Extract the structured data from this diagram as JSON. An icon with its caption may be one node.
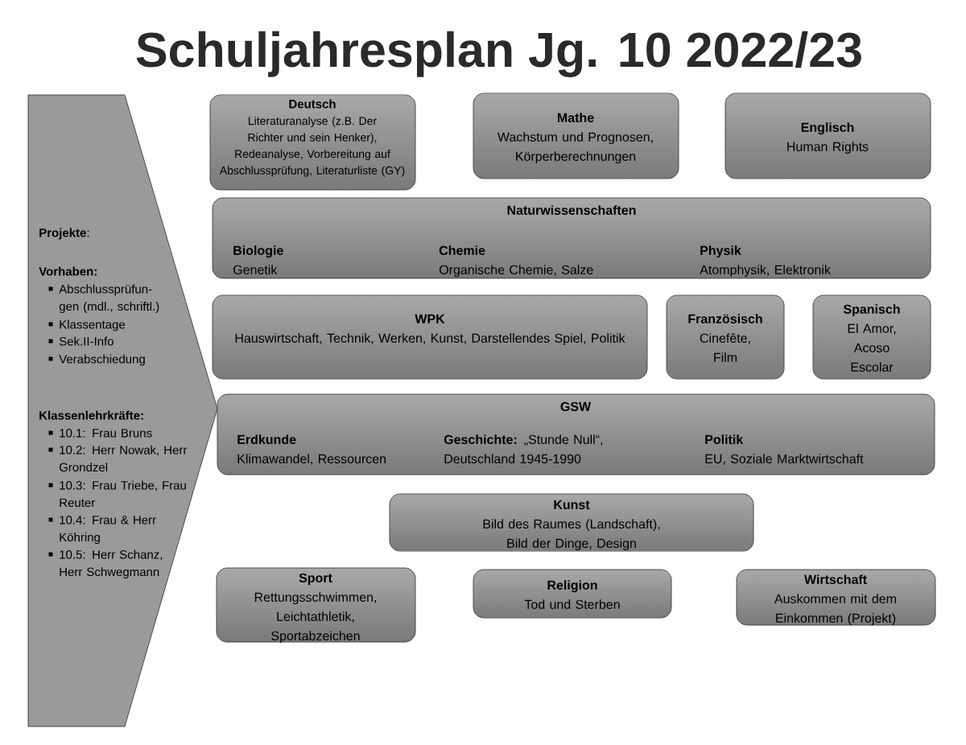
{
  "diagram": {
    "title": "Schuljahresplan Jg. 10 2022/23",
    "nodes": [
      {
        "text": [
          "**Projekte**:",
          "Vorhaben:",
          "Abschlussprüfun-gen (mdl., schriftl.)",
          "Klassentage",
          "Sek.II-Info",
          "Verabschiedung",
          "Klassenlehrkräfte:",
          "10.1: Frau Bruns",
          "10.2: Herr Nowak, Herr Grondzel",
          "10.3: Frau Triebe, Frau Reuter",
          "10.4: Frau & Herr Köhring",
          "10.5: Herr Schanz, Herr Schwegmann"
        ]
      },
      {
        "text": [
          "Deutsch",
          "Literaturanalyse (z.B. Der Richter und sein Henker), Redeanalyse, Vorbereitung auf Abschlussprüfung, Literaturliste (GY)"
        ]
      },
      {
        "text": [
          "Mathe",
          "Wachstum und Prognosen, Körperberechnungen"
        ]
      },
      {
        "text": [
          "Englisch",
          "Human Rights"
        ]
      },
      {
        "text": [
          "Naturwissenschaften",
          "Biologie",
          "Genetik",
          "Chemie",
          "Organische Chemie, Salze",
          "Physik",
          "Atomphysik, Elektronik"
        ]
      },
      {
        "text": [
          "WPK",
          "Hauswirtschaft, Technik, Werken, Kunst, Darstellendes Spiel, Politik"
        ]
      },
      {
        "text": [
          "Französisch",
          "Cinefête, Film"
        ]
      },
      {
        "text": [
          "Spanisch",
          "El Amor, Acoso Escolar"
        ]
      },
      {
        "text": [
          "GSW",
          "Erdkunde",
          "Klimawandel, Ressourcen",
          "**Geschichte:** „Stunde Null“, Deutschland 1945-1990",
          "Politik",
          "EU, Soziale Marktwirtschaft"
        ]
      },
      {
        "text": [
          "Kunst",
          "Bild des Raumes (Landschaft), Bild der Dinge, Design"
        ]
      },
      {
        "text": [
          "Sport",
          "Rettungsschwimmen, Leichtathletik, Sportabzeichen"
        ]
      },
      {
        "text": [
          "Religion",
          "Tod und Sterben"
        ]
      },
      {
        "text": [
          "Wirtschaft",
          "Auskommen mit dem Einkommen (Projekt)"
        ]
      }
    ]
  }
}
